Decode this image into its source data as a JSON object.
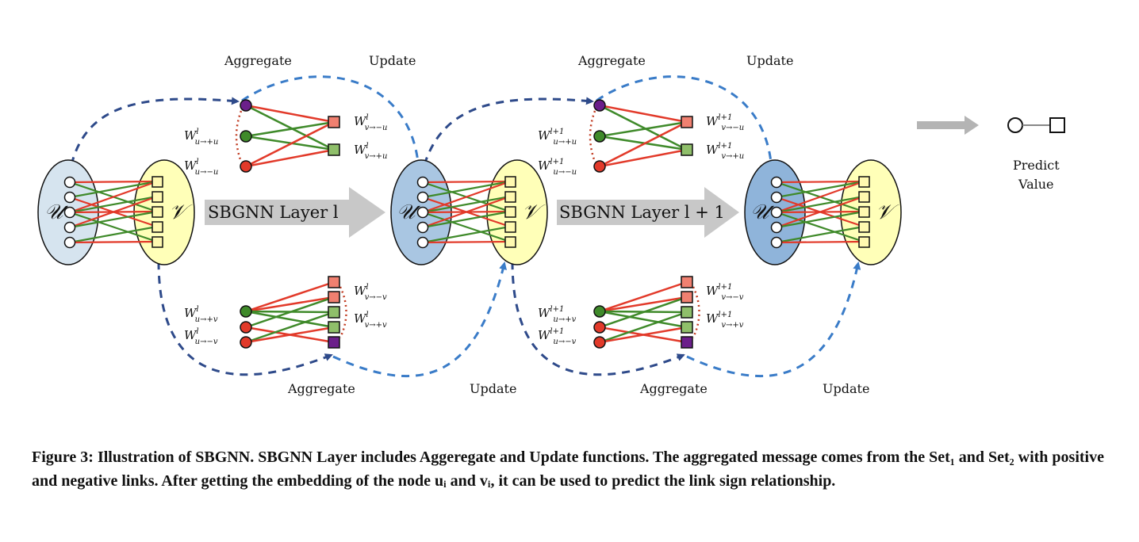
{
  "labels": {
    "aggregate": "Aggregate",
    "update": "Update",
    "set_u": "𝒰",
    "set_v": "𝒱",
    "layer_1": "SBGNN Layer l",
    "layer_2": "SBGNN Layer l + 1",
    "predict_1": "Predict",
    "predict_2": "Value"
  },
  "weights": {
    "l": {
      "sup": "l",
      "u_pos_u": "u→+u",
      "u_neg_u": "u→−u",
      "v_neg_u": "v→−u",
      "v_pos_u": "v→+u",
      "u_pos_v": "u→+v",
      "u_neg_v": "u→−v",
      "v_neg_v": "v→−v",
      "v_pos_v": "v→+v"
    },
    "l1": {
      "sup": "l+1",
      "u_pos_u": "u→+u",
      "u_neg_u": "u→−u",
      "v_neg_u": "v→−u",
      "v_pos_u": "v→+u",
      "u_pos_v": "u→+v",
      "u_neg_v": "u→−v",
      "v_neg_v": "v→−v",
      "v_pos_v": "v→+v"
    }
  },
  "caption": "Figure 3: Illustration of SBGNN. SBGNN Layer includes Aggeregate and Update functions. The aggregated message comes from the Set₁ and Set₂ with positive and negative links. After getting the embedding of the node uᵢ and vᵢ, it can be used to predict the link sign relationship.",
  "colors": {
    "positive": "#3f8a2a",
    "negative": "#e23a2a",
    "dark_dash": "#2e4a8a",
    "light_dash": "#3a7cc8",
    "purple": "#6b1f8a",
    "u_fill_1": "#d6e4ef",
    "u_fill_2": "#a9c6e2",
    "u_fill_3": "#8fb4da",
    "v_fill": "#ffffb8",
    "arrow": "#c8c8c8"
  }
}
